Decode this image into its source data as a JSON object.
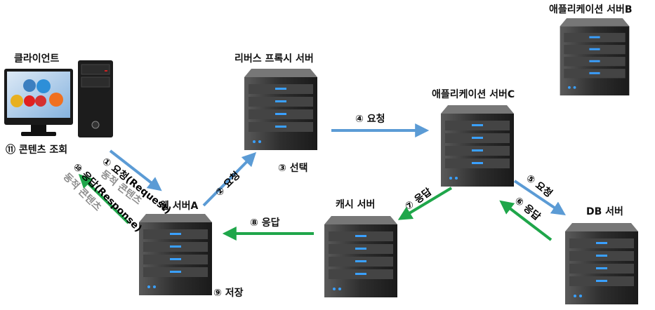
{
  "colors": {
    "request_arrow": "#5b9bd5",
    "response_arrow": "#1fa64a",
    "server_led": "#3aa0ff"
  },
  "nodes": {
    "client": {
      "label": "클라이언트",
      "step": "⑪ 콘텐츠 조회"
    },
    "web_server": {
      "label": "웹 서버A",
      "step": "⑨ 저장"
    },
    "reverse_proxy": {
      "label": "리버스 프록시 서버",
      "step": "③ 선택"
    },
    "app_server_c": {
      "label": "애플리케이션 서버C"
    },
    "app_server_b": {
      "label": "애플리케이션 서버B"
    },
    "cache_server": {
      "label": "캐시 서버"
    },
    "db_server": {
      "label": "DB 서버"
    }
  },
  "edges": {
    "e1": {
      "label": "① 요청(Request)",
      "sub": "동적 콘텐츠"
    },
    "e2": {
      "label": "② 요청"
    },
    "e4": {
      "label": "④ 요청"
    },
    "e5": {
      "label": "⑤ 요청"
    },
    "e6": {
      "label": "⑥ 응답"
    },
    "e7": {
      "label": "⑦ 응답"
    },
    "e8": {
      "label": "⑧ 응답"
    },
    "e10": {
      "label": "⑩ 응답(Response)",
      "sub": "동적 콘텐츠"
    }
  }
}
